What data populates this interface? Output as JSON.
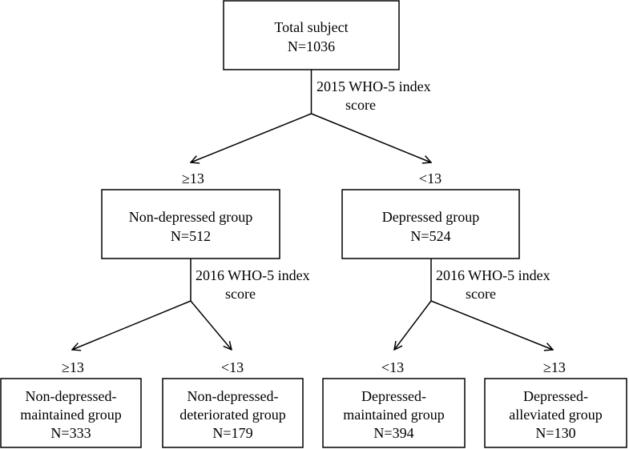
{
  "diagram": {
    "nodes": {
      "total": [
        "Total subject",
        "N=1036"
      ],
      "nondep": [
        "Non-depressed group",
        "N=512"
      ],
      "dep": [
        "Depressed group",
        "N=524"
      ],
      "ndm": [
        "Non-depressed-",
        "maintained group",
        "N=333"
      ],
      "ndd": [
        "Non-depressed-",
        "deteriorated group",
        "N=179"
      ],
      "dm": [
        "Depressed-",
        "maintained group",
        "N=394"
      ],
      "da": [
        "Depressed-",
        "alleviated group",
        "N=130"
      ]
    },
    "criteria": {
      "first": [
        "2015 WHO-5 index",
        "score"
      ],
      "second_left": [
        "2016 WHO-5 index",
        "score"
      ],
      "second_right": [
        "2016 WHO-5 index",
        "score"
      ]
    },
    "thresholds": {
      "nondep": "≥13",
      "dep": "<13",
      "ndm": "≥13",
      "ndd": "<13",
      "dm": "<13",
      "da": "≥13"
    },
    "colors": {
      "stroke": "#000000",
      "background": "#ffffff"
    }
  }
}
